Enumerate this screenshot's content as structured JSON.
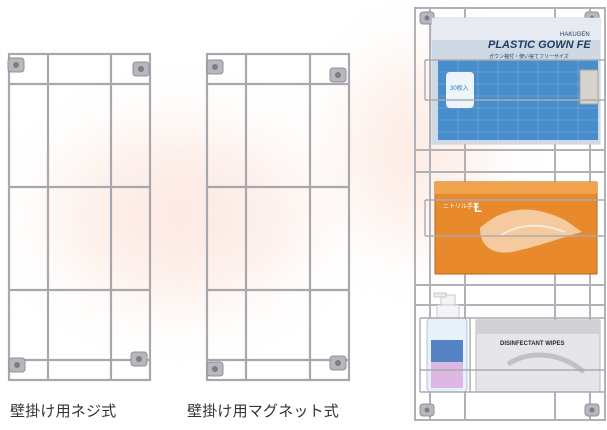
{
  "products": [
    {
      "caption": "壁掛け用ネジ式",
      "icon": "wire-rack-screw-mount-icon"
    },
    {
      "caption": "壁掛け用マグネット式",
      "icon": "wire-rack-magnet-mount-icon"
    }
  ],
  "showcase": {
    "gown_box": {
      "brand": "HAKUGEN",
      "title": "PLASTIC GOWN FE",
      "subtitle": "ガウン袖付・使い捨てフリーサイズ",
      "badge": "30枚入"
    },
    "glove_box": {
      "title": "ニトリル手袋",
      "size": "L"
    },
    "wipes_box": {
      "title": "DISINFECTANT WIPES"
    }
  },
  "colors": {
    "glow": "#fde8e0",
    "wire": "#a6a8ae",
    "mount": "#9a9ca4",
    "gown_box": "#2f7fc7",
    "glove_box": "#e88a2c",
    "caption": "#333333"
  }
}
